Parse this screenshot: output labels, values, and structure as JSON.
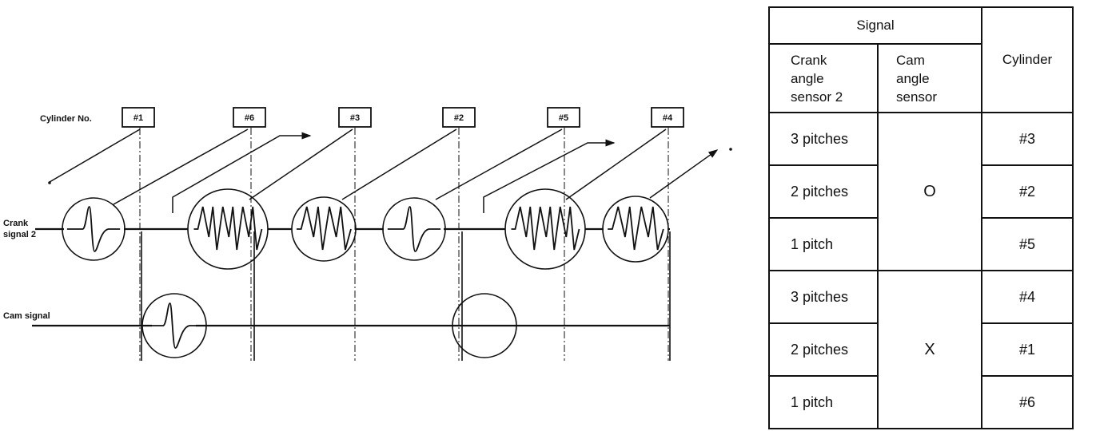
{
  "diagram": {
    "cylinder_no_label": "Cylinder No.",
    "crank_label_line1": "Crank",
    "crank_label_line2": "signal 2",
    "cam_label": "Cam signal",
    "cylinders": [
      "#1",
      "#6",
      "#3",
      "#2",
      "#5",
      "#4"
    ],
    "crank_pulse_groups": [
      1,
      3,
      2,
      1,
      3,
      2
    ],
    "cam_pulses": [
      "pulse",
      "none"
    ]
  },
  "table": {
    "header_signal": "Signal",
    "header_crank_lines": [
      "Crank",
      "angle",
      "sensor 2"
    ],
    "header_cam_lines": [
      "Cam",
      "angle",
      "sensor"
    ],
    "header_cylinder": "Cylinder",
    "cam_group_on": "O",
    "cam_group_off": "X",
    "rows": [
      {
        "crank": "3 pitches",
        "cylinder": "#3"
      },
      {
        "crank": "2 pitches",
        "cylinder": "#2"
      },
      {
        "crank": "1 pitch",
        "cylinder": "#5"
      },
      {
        "crank": "3 pitches",
        "cylinder": "#4"
      },
      {
        "crank": "2 pitches",
        "cylinder": "#1"
      },
      {
        "crank": "1 pitch",
        "cylinder": "#6"
      }
    ]
  }
}
